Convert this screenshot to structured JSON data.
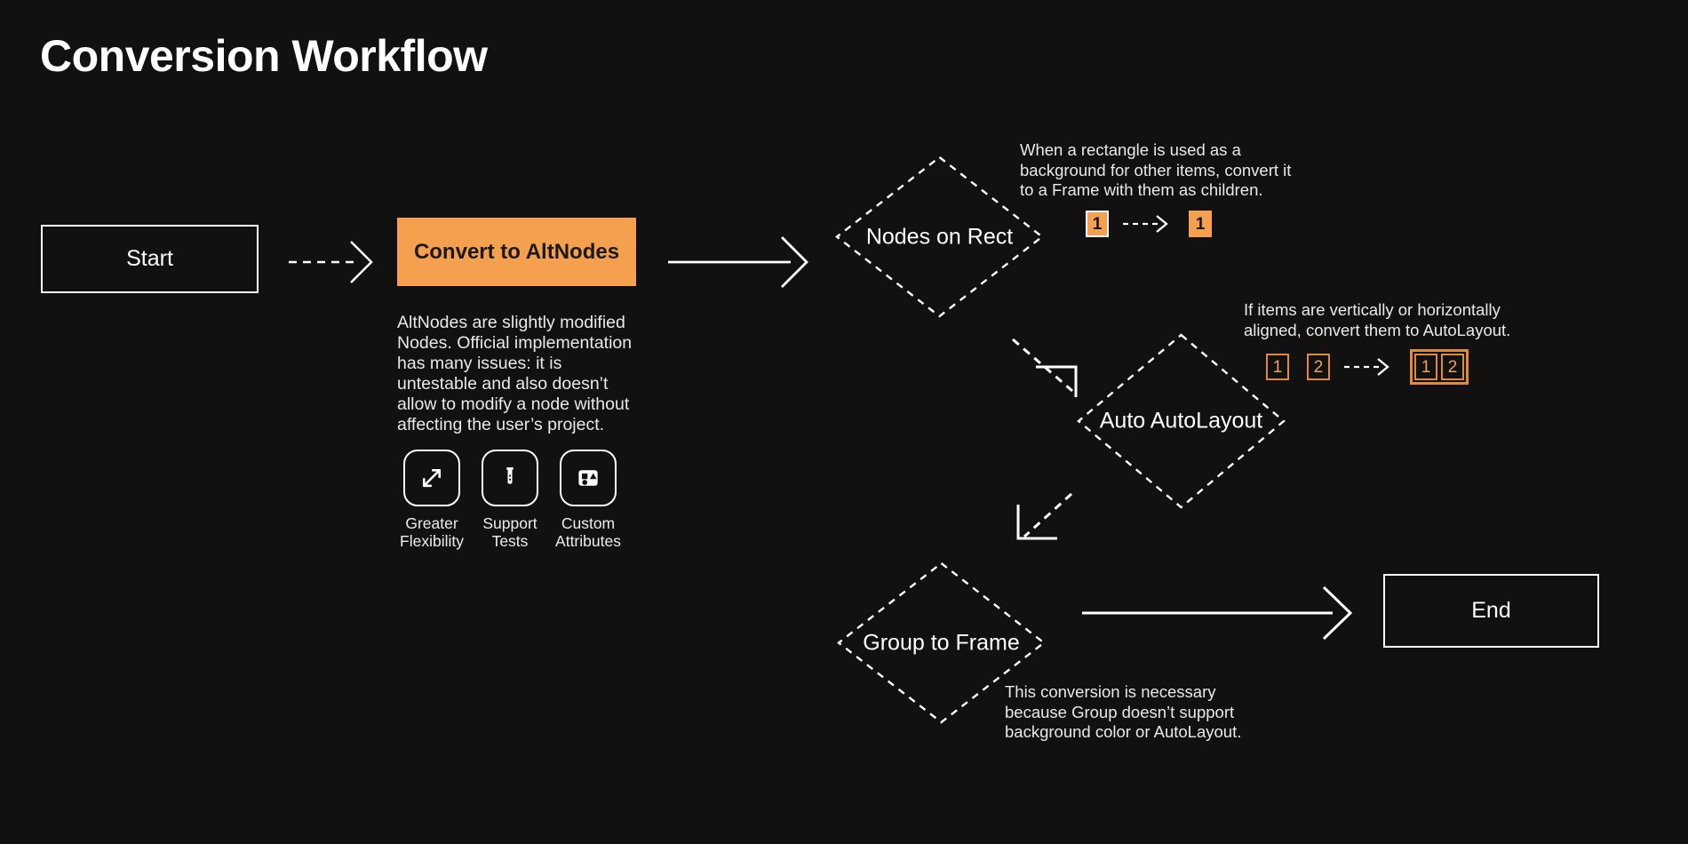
{
  "page": {
    "title": "Conversion Workflow",
    "background": "#111111",
    "accent": "#f5a04e",
    "text_color": "#ffffff"
  },
  "nodes": {
    "start": {
      "label": "Start"
    },
    "convert": {
      "label": "Convert to AltNodes"
    },
    "end": {
      "label": "End"
    },
    "nodes_on_rect": {
      "label": "Nodes on Rect"
    },
    "auto_autolayout": {
      "label": "Auto AutoLayout"
    },
    "group_to_frame": {
      "label": "Group to Frame"
    }
  },
  "convert_description": "AltNodes are slightly modified Nodes. Official implementation has many issues: it is untestable and also doesn’t allow to modify a node without affecting the user’s project.",
  "features": [
    {
      "icon": "expand-arrows-icon",
      "label": "Greater\nFlexibility"
    },
    {
      "icon": "test-tube-icon",
      "label": "Support\nTests"
    },
    {
      "icon": "custom-attributes-icon",
      "label": "Custom\nAttributes"
    }
  ],
  "annotations": {
    "nodes_on_rect": "When a rectangle is used as a background for other items, convert it to a Frame with them as children.",
    "auto_autolayout": "If items are vertically or horizontally aligned, convert them to AutoLayout.",
    "group_to_frame": "This conversion is necessary because Group doesn’t support background color or AutoLayout."
  },
  "badges": {
    "nodes_on_rect": {
      "before": [
        {
          "label": "1",
          "style": "filled-bordered"
        }
      ],
      "after": [
        {
          "label": "1",
          "style": "filled"
        }
      ],
      "framed_after": false
    },
    "auto_autolayout": {
      "before": [
        {
          "label": "1",
          "style": "outline"
        },
        {
          "label": "2",
          "style": "outline"
        }
      ],
      "after": [
        {
          "label": "1",
          "style": "outline"
        },
        {
          "label": "2",
          "style": "outline"
        }
      ],
      "framed_after": true
    }
  },
  "connectors": [
    {
      "from": "start",
      "to": "convert",
      "style": "dashed"
    },
    {
      "from": "convert",
      "to": "nodes_on_rect",
      "style": "solid"
    },
    {
      "from": "nodes_on_rect",
      "to": "auto_autolayout",
      "style": "dashed-elbow"
    },
    {
      "from": "auto_autolayout",
      "to": "group_to_frame",
      "style": "dashed-elbow"
    },
    {
      "from": "group_to_frame",
      "to": "end",
      "style": "solid"
    }
  ]
}
